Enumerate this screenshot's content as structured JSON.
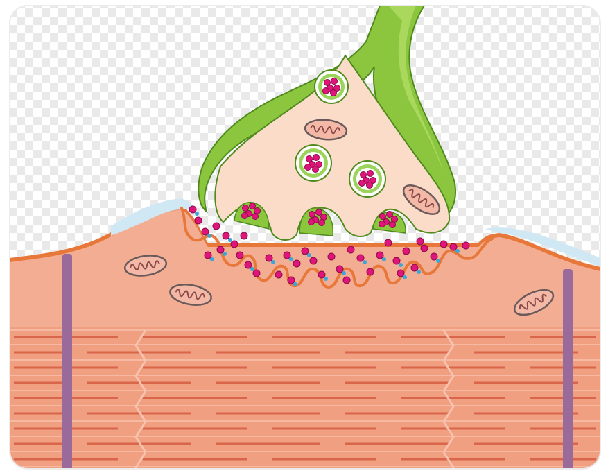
{
  "figure": {
    "kind": "illustration",
    "text_labels": []
  },
  "colors": {
    "checker_light": "#ffffff",
    "checker_dark": "#e9e9e9",
    "axon_green": "#8cc63f",
    "axon_green_dark": "#4e8a1c",
    "terminal_cytoplasm": "#fbdcc8",
    "vesicle_ring": "#9bd45a",
    "neurotransmitter": "#e0157a",
    "receptor_blue": "#3aa7d8",
    "muscle_membrane": "#e8783a",
    "muscle_surface": "#f2ad92",
    "muscle_fiber": "#f0a080",
    "myofibril_line": "#d9654a",
    "z_disc": "#9a6a9a",
    "mitochondrion": "#f3b9a6",
    "schwann_blue": "#cfe8f3"
  },
  "icons": [
    "axon-terminal",
    "synaptic-vesicle",
    "mitochondrion",
    "neurotransmitter",
    "muscle-fiber",
    "z-disc"
  ]
}
